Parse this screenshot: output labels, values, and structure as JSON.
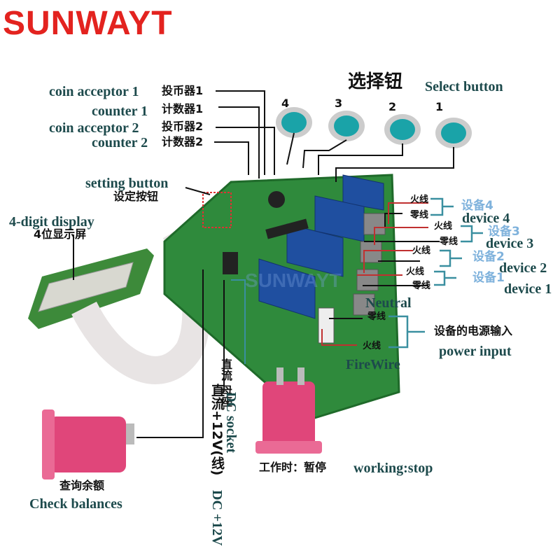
{
  "brand": "SUNWAYT",
  "watermark": "SUNWAYT",
  "select_button": {
    "zh": "选择钮",
    "en": "Select button",
    "numbers": [
      "4",
      "3",
      "2",
      "1"
    ]
  },
  "left_labels": [
    {
      "en": "coin acceptor 1",
      "zh": "投币器1"
    },
    {
      "en": "counter 1",
      "zh": "计数器1"
    },
    {
      "en": "coin acceptor 2",
      "zh": "投币器2"
    },
    {
      "en": "counter 2",
      "zh": "计数器2"
    }
  ],
  "setting_button": {
    "en": "setting button",
    "zh": "设定按钮"
  },
  "display": {
    "en": "4-digit display",
    "zh": "4位显示屏"
  },
  "devices": [
    {
      "live": "火线",
      "neutral": "零线",
      "zh": "设备4",
      "en": "device 4"
    },
    {
      "live": "火线",
      "neutral": "零线",
      "zh": "设备3",
      "en": "device 3"
    },
    {
      "live": "火线",
      "neutral": "",
      "zh": "设备2",
      "en": "device 2"
    },
    {
      "live": "火线",
      "neutral": "零线",
      "zh": "设备1",
      "en": "device 1"
    }
  ],
  "power": {
    "neutral_en": "Neutral",
    "neutral_zh": "零线",
    "live_zh": "火线",
    "live_en": "FireWire",
    "zh": "设备的电源输入",
    "en": "power input"
  },
  "dc_socket": {
    "zh": "直流 母座",
    "en": "DC socket"
  },
  "dc_12v": {
    "zh": "直流+12V(线)",
    "en": "DC +12V"
  },
  "check": {
    "zh": "查询余额",
    "en": "Check balances"
  },
  "working": {
    "zh": "工作时：暂停",
    "en": "working:stop"
  },
  "colors": {
    "brand": "#e3231f",
    "label_en": "#1d4a4c",
    "device_zh": "#7fb2dc",
    "bracket": "#3a8fa0",
    "board": "#2f8a3c",
    "relay": "#1f4fa0",
    "button_pink": "#e0467a",
    "button_teal": "#1aa3a8"
  }
}
